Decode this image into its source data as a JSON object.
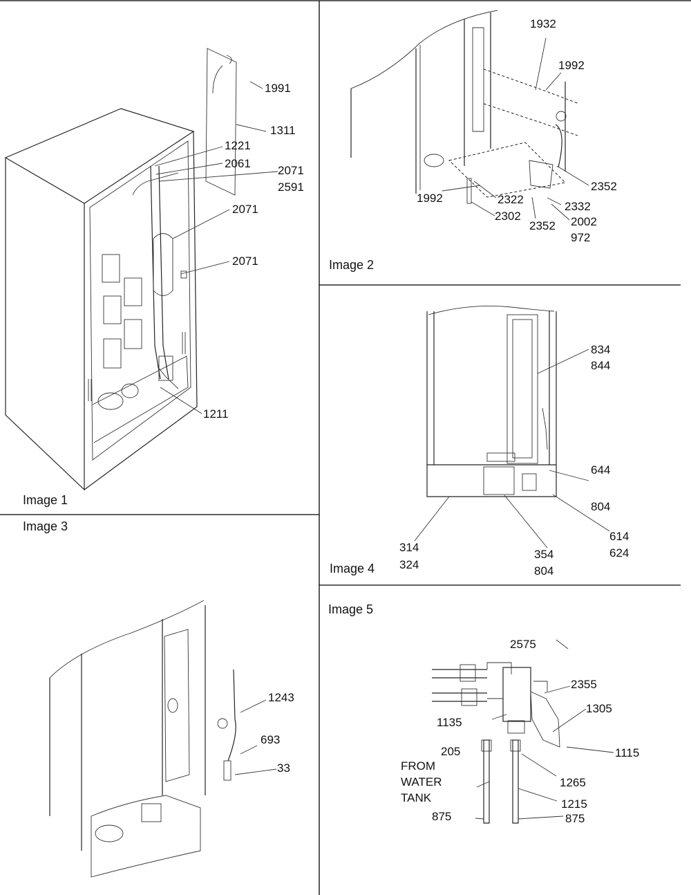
{
  "panels": {
    "image1": {
      "caption": "Image 1",
      "labels": [
        "1991",
        "1311",
        "1221",
        "2061",
        "2071",
        "2591",
        "2071",
        "2071",
        "1211"
      ]
    },
    "image2": {
      "caption": "Image 2",
      "labels": [
        "1932",
        "1992",
        "1992",
        "2322",
        "2352",
        "2332",
        "2302",
        "2352",
        "2002",
        "972"
      ]
    },
    "image3": {
      "caption": "Image 3",
      "labels": [
        "1243",
        "693",
        "33"
      ]
    },
    "image4": {
      "caption": "Image 4",
      "labels": [
        "834",
        "844",
        "644",
        "804",
        "314",
        "324",
        "354",
        "804",
        "614",
        "624"
      ]
    },
    "image5": {
      "caption": "Image 5",
      "labels": [
        "2575",
        "2355",
        "1305",
        "1135",
        "205",
        "1115",
        "FROM",
        "WATER",
        "TANK",
        "1265",
        "1215",
        "875",
        "875"
      ]
    }
  }
}
